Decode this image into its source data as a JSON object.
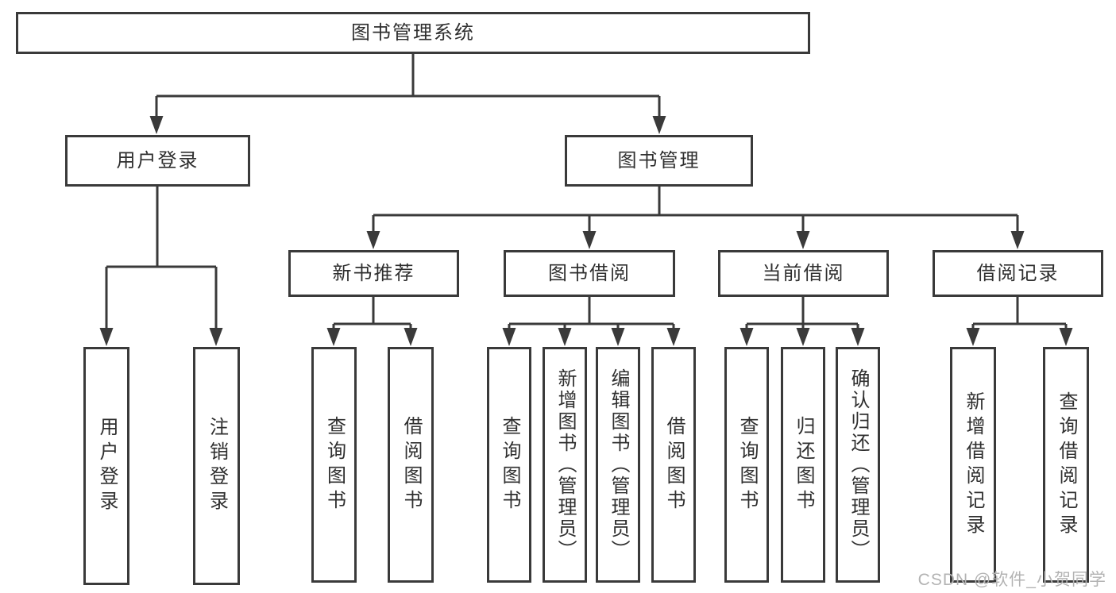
{
  "diagram_type": "hierarchy-tree",
  "tree": {
    "root": {
      "label": "图书管理系统"
    },
    "branches": [
      {
        "label": "用户登录",
        "children": [
          {
            "label": "用户登录"
          },
          {
            "label": "注销登录"
          }
        ]
      },
      {
        "label": "图书管理",
        "children": [
          {
            "label": "新书推荐",
            "children": [
              {
                "label": "查询图书"
              },
              {
                "label": "借阅图书"
              }
            ]
          },
          {
            "label": "图书借阅",
            "children": [
              {
                "label": "查询图书"
              },
              {
                "label": "新增图书（管理员）"
              },
              {
                "label": "编辑图书（管理员）"
              },
              {
                "label": "借阅图书"
              }
            ]
          },
          {
            "label": "当前借阅",
            "children": [
              {
                "label": "查询图书"
              },
              {
                "label": "归还图书"
              },
              {
                "label": "确认归还（管理员）"
              }
            ]
          },
          {
            "label": "借阅记录",
            "children": [
              {
                "label": "新增借阅记录"
              },
              {
                "label": "查询借阅记录"
              }
            ]
          }
        ]
      }
    ]
  },
  "watermark": "CSDN @软件_小贺同学",
  "colors": {
    "line": "#3a3a3a",
    "box_border": "#3a3a3a",
    "text": "#2f2f2f",
    "background": "#ffffff",
    "watermark": "#b3b3b3"
  }
}
